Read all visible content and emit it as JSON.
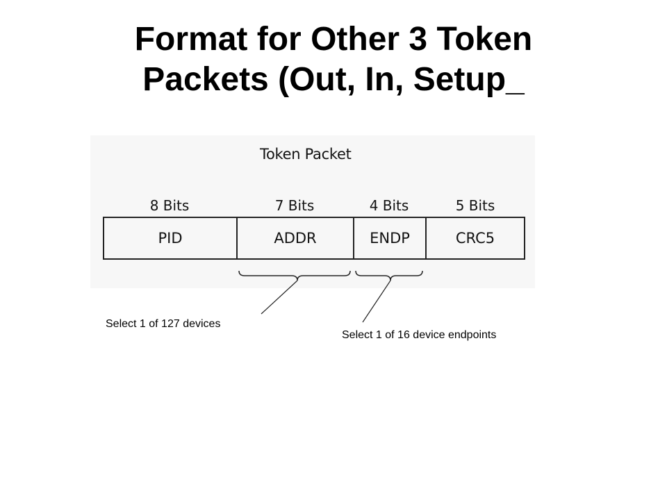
{
  "slide": {
    "title_line1": "Format for Other 3 Token",
    "title_line2": "Packets (Out, In, Setup_"
  },
  "diagram": {
    "heading": "Token Packet",
    "fields": [
      {
        "bits": "8 Bits",
        "name": "PID"
      },
      {
        "bits": "7 Bits",
        "name": "ADDR"
      },
      {
        "bits": "4 Bits",
        "name": "ENDP"
      },
      {
        "bits": "5 Bits",
        "name": "CRC5"
      }
    ]
  },
  "annotations": {
    "address": "Select 1 of 127 devices",
    "endpoint": "Select 1 of 16 device endpoints"
  }
}
